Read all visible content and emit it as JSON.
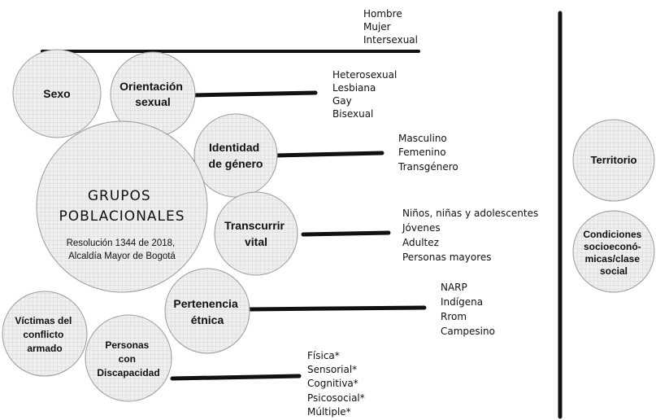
{
  "center": {
    "title_lines": [
      "GRUPOS",
      "POBLACIONALES"
    ],
    "subtitle_lines": [
      "Resolución 1344 de 2018,",
      "Alcaldía Mayor de Bogotá"
    ]
  },
  "categories": {
    "sexo": {
      "label_lines": [
        "Sexo"
      ],
      "items": [
        "Hombre",
        "Mujer",
        "Intersexual"
      ]
    },
    "orientacion": {
      "label_lines": [
        "Orientación",
        "sexual"
      ],
      "items": [
        "Heterosexual",
        "Lesbiana",
        "Gay",
        "Bisexual"
      ]
    },
    "identidad": {
      "label_lines": [
        "Identidad",
        "de género"
      ],
      "items": [
        "Masculino",
        "Femenino",
        "Transgénero"
      ]
    },
    "transcurrir": {
      "label_lines": [
        "Transcurrir",
        "vital"
      ],
      "items": [
        "Niños, niñas y adolescentes",
        "Jóvenes",
        "Adultez",
        "Personas mayores"
      ]
    },
    "pertenencia": {
      "label_lines": [
        "Pertenencia",
        "étnica"
      ],
      "items": [
        "NARP",
        "Indígena",
        "Rrom",
        "Campesino"
      ]
    },
    "discapacidad": {
      "label_lines": [
        "Personas",
        "con",
        "Discapacidad"
      ],
      "items": [
        "Física*",
        "Sensorial*",
        "Cognitiva*",
        "Psicosocial*",
        "Múltiple*"
      ]
    },
    "victimas": {
      "label_lines": [
        "Víctimas del",
        "conflicto",
        "armado"
      ]
    }
  },
  "side": {
    "territorio": {
      "label_lines": [
        "Territorio"
      ]
    },
    "condiciones": {
      "label_lines": [
        "Condiciones",
        "socioeconó-",
        "micas/clase",
        "social"
      ]
    }
  },
  "colors": {
    "circle_fill": "#ececec",
    "circle_stroke": "#9a9a9a",
    "line": "#111111"
  }
}
